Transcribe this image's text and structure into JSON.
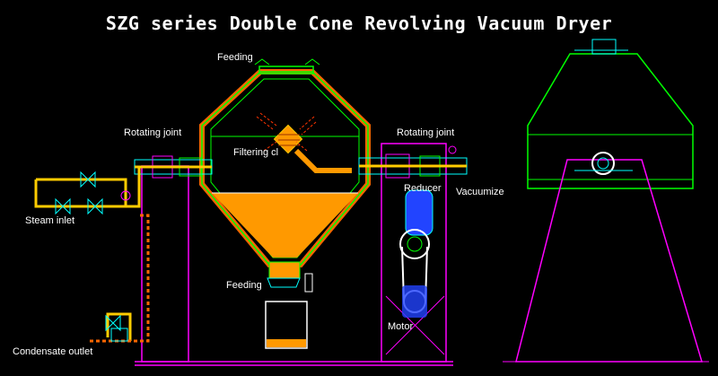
{
  "title": "SZG series Double Cone Revolving Vacuum Dryer",
  "labels": {
    "feeding_top": "Feeding",
    "rotating_joint_left": "Rotating joint",
    "rotating_joint_right": "Rotating joint",
    "filtering": "Filtering cl",
    "reducer": "Reducer",
    "vacuumize": "Vacuumize",
    "steam_inlet": "Steam inlet",
    "feeding_bottom": "Feeding",
    "motor": "Motor",
    "condensate_outlet": "Condensate outlet"
  },
  "colors": {
    "background": "#000000",
    "frame": "#ff00ff",
    "vessel": "#00ff00",
    "jacket": "#ff6600",
    "material": "#ff9900",
    "pipe": "#ffcc00",
    "accent": "#00ffff",
    "drive": "#2244ff"
  }
}
